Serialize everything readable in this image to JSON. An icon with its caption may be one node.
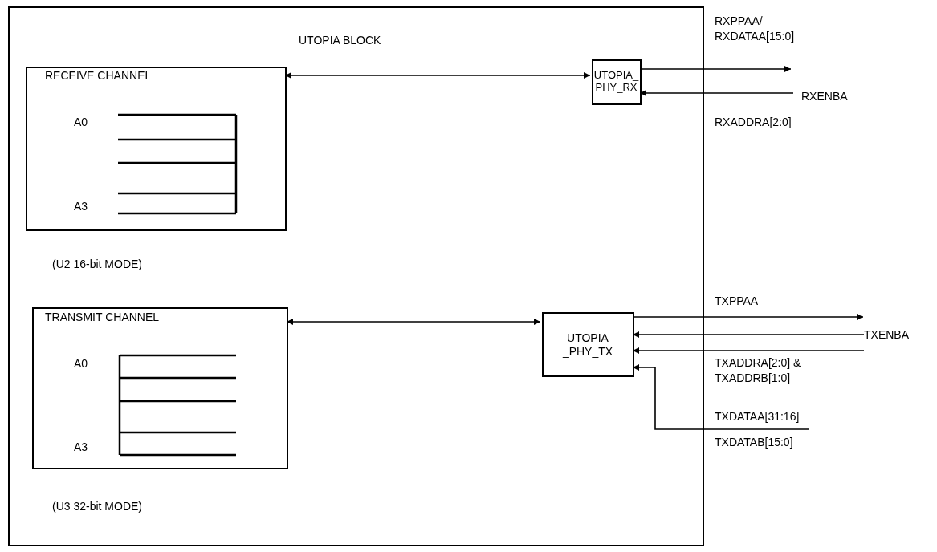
{
  "diagram": {
    "nodes": [
      {
        "text": [
          "UTOPIA BLOCK"
        ]
      },
      {
        "text": [
          "RECEIVE CHANNEL",
          "A0",
          "A3"
        ],
        "in": 0
      },
      {
        "text": [
          "UTOPIA_ PHY_RX"
        ],
        "in": 0
      },
      {
        "text": [
          "TRANSMIT CHANNEL",
          "A0",
          "A3"
        ],
        "in": 0
      },
      {
        "text": [
          "UTOPIA _PHY_TX"
        ],
        "in": 0
      }
    ],
    "edges": [
      {
        "from": 1,
        "to": 2,
        "arrow": "both"
      },
      {
        "from": 2,
        "to": null,
        "arrow": "to",
        "label": "RXPPAA/ RXDATAA[15:0]"
      },
      {
        "from": null,
        "to": 2,
        "arrow": "to",
        "label": "RXENBA"
      },
      {
        "from": 3,
        "to": 4,
        "arrow": "both"
      },
      {
        "from": 4,
        "to": null,
        "arrow": "to",
        "label": "TXPPAA"
      },
      {
        "from": null,
        "to": 4,
        "arrow": "to",
        "label": "TXENBA"
      },
      {
        "from": null,
        "to": 4,
        "arrow": "to",
        "label": "TXADDRA[2:0] & TXADDRB[1:0]"
      },
      {
        "from": null,
        "to": 4,
        "arrow": "to"
      }
    ],
    "labels": [
      "RXADDRA[2:0]",
      "(U2 16-bit MODE)",
      "(U3 32-bit MODE)",
      "TXDATAA[31:16]",
      "TXDATAB[15:0]"
    ]
  }
}
